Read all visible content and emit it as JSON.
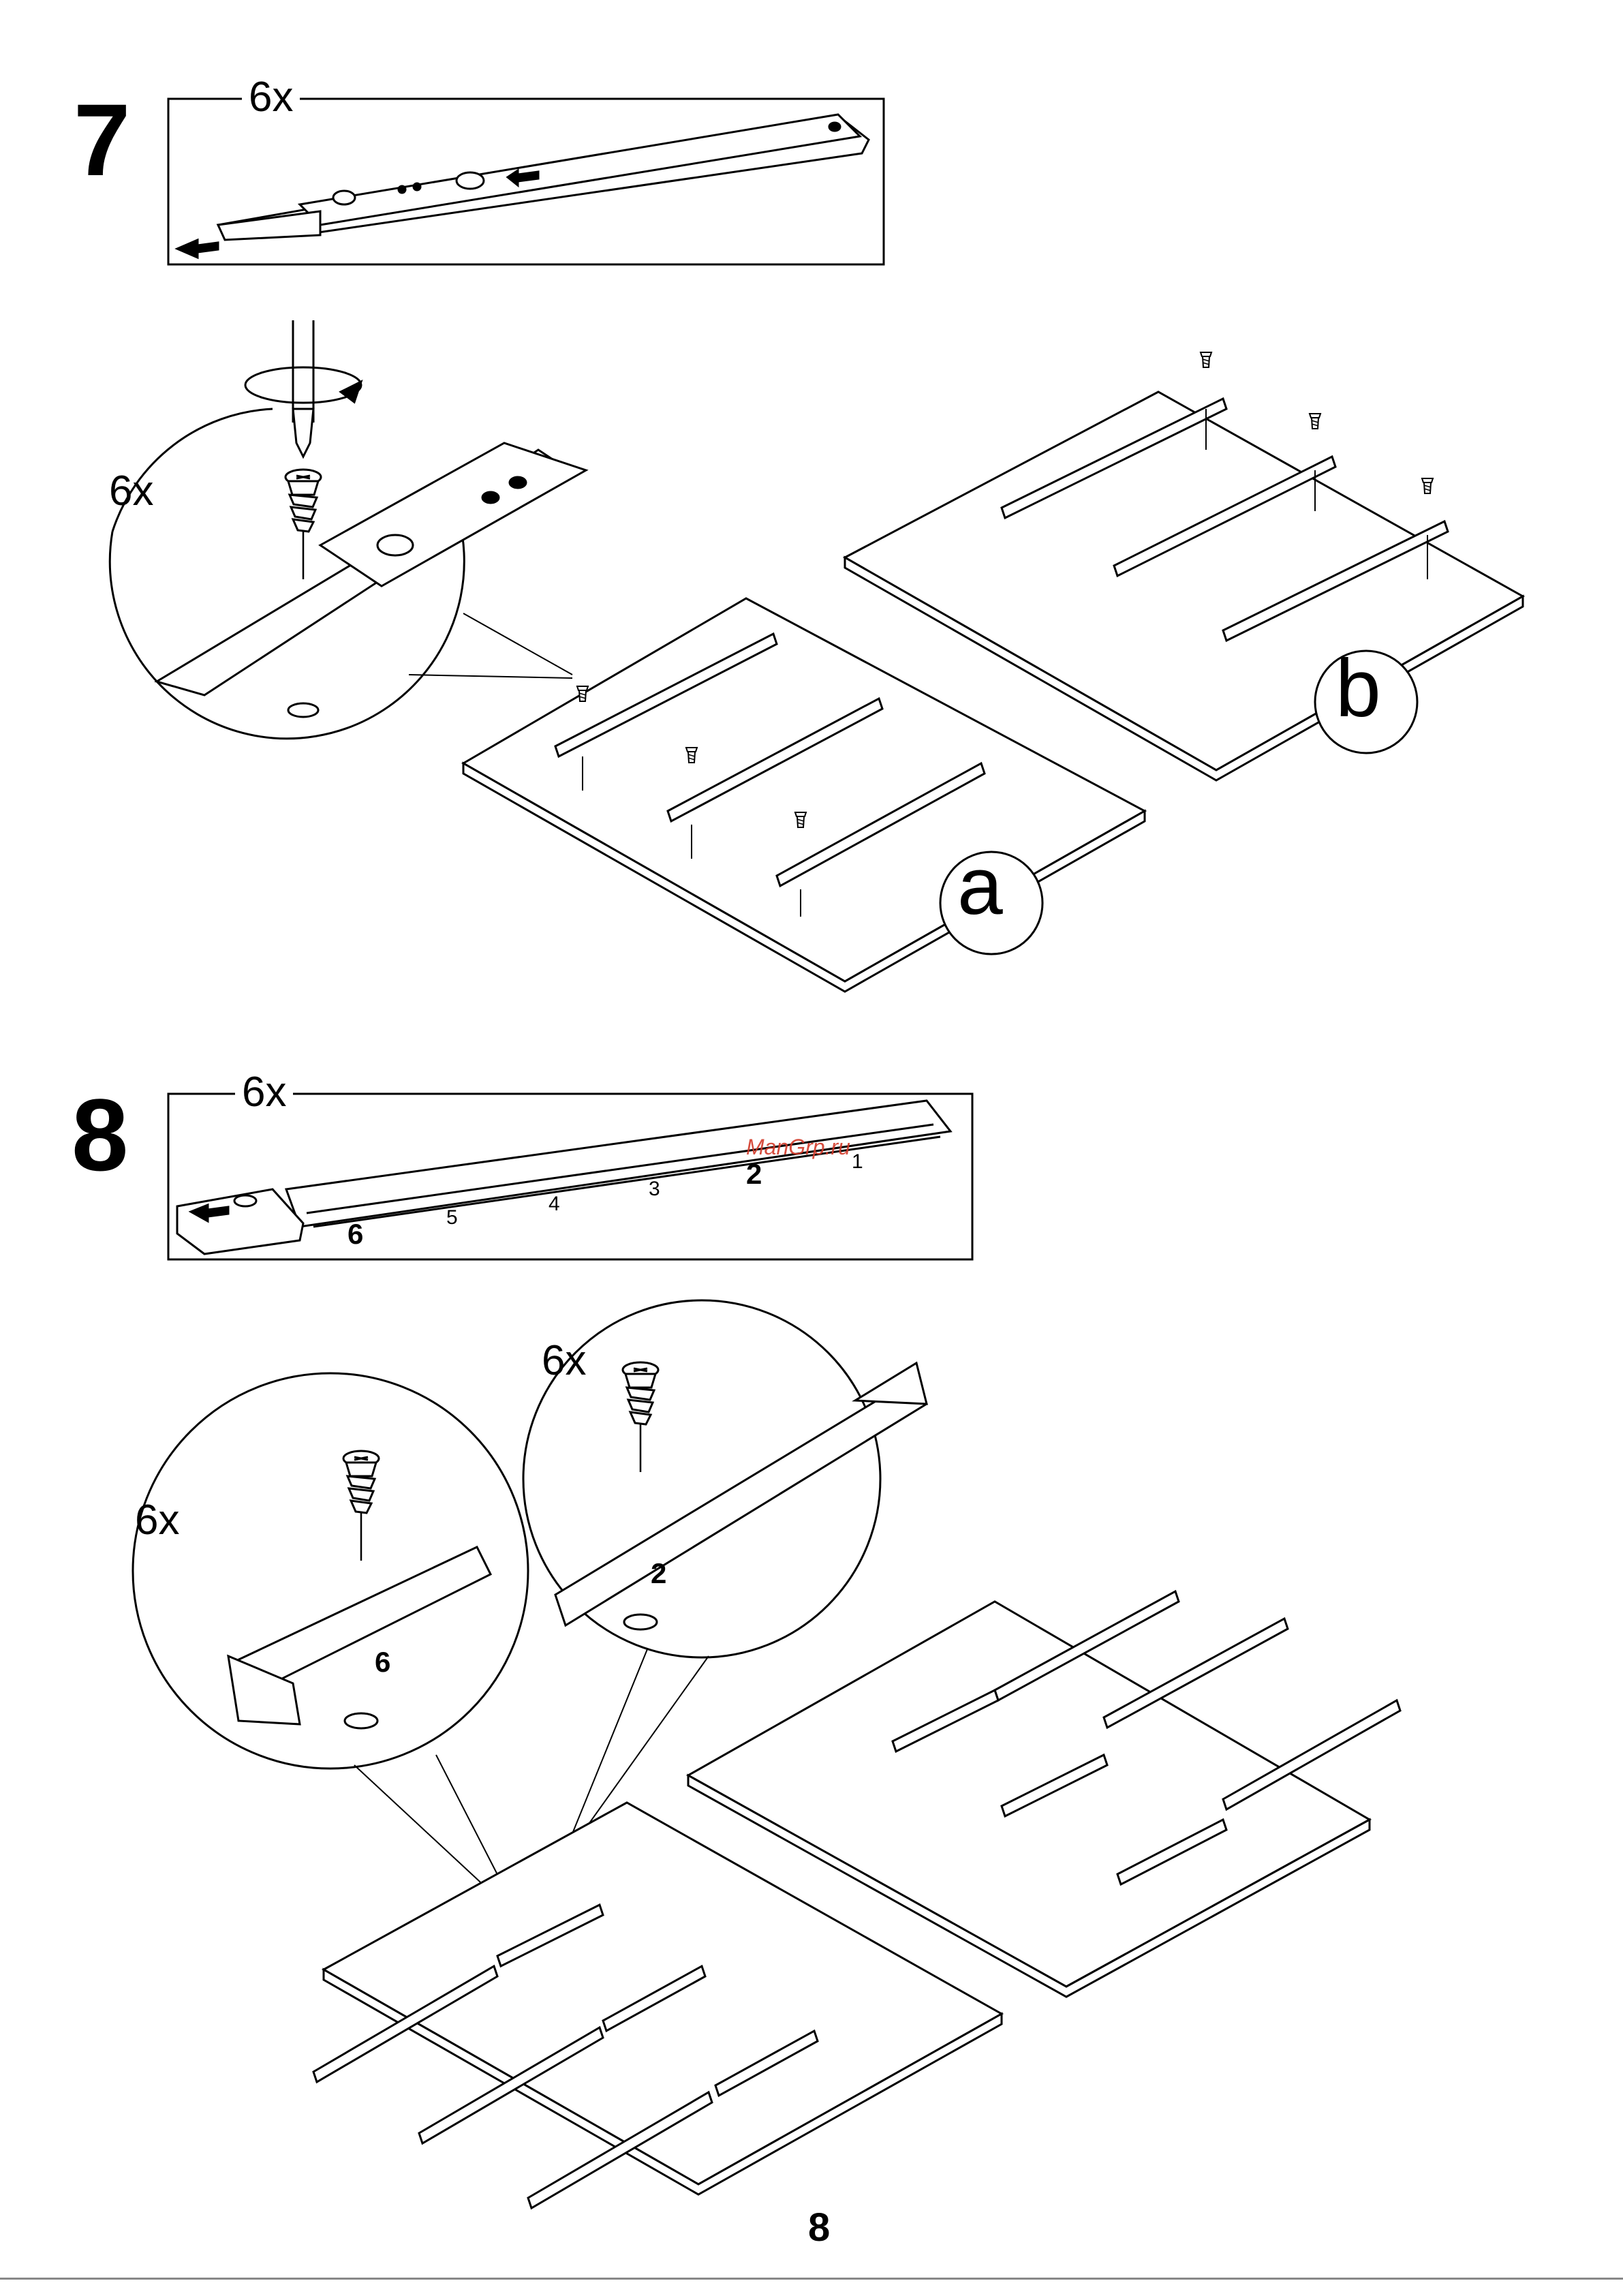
{
  "step7": {
    "number": "7",
    "callout_quantity": "6x",
    "detail_quantity": "6x",
    "panel_a_label": "a",
    "panel_b_label": "b"
  },
  "step8": {
    "number": "8",
    "callout_quantity": "6x",
    "rail_positions": [
      "6",
      "5",
      "4",
      "3",
      "2",
      "1"
    ],
    "detail_left_quantity": "6x",
    "detail_left_position": "6",
    "detail_right_quantity": "6x",
    "detail_right_position": "2"
  },
  "watermark": "ManGrp.ru",
  "page_number": "8"
}
